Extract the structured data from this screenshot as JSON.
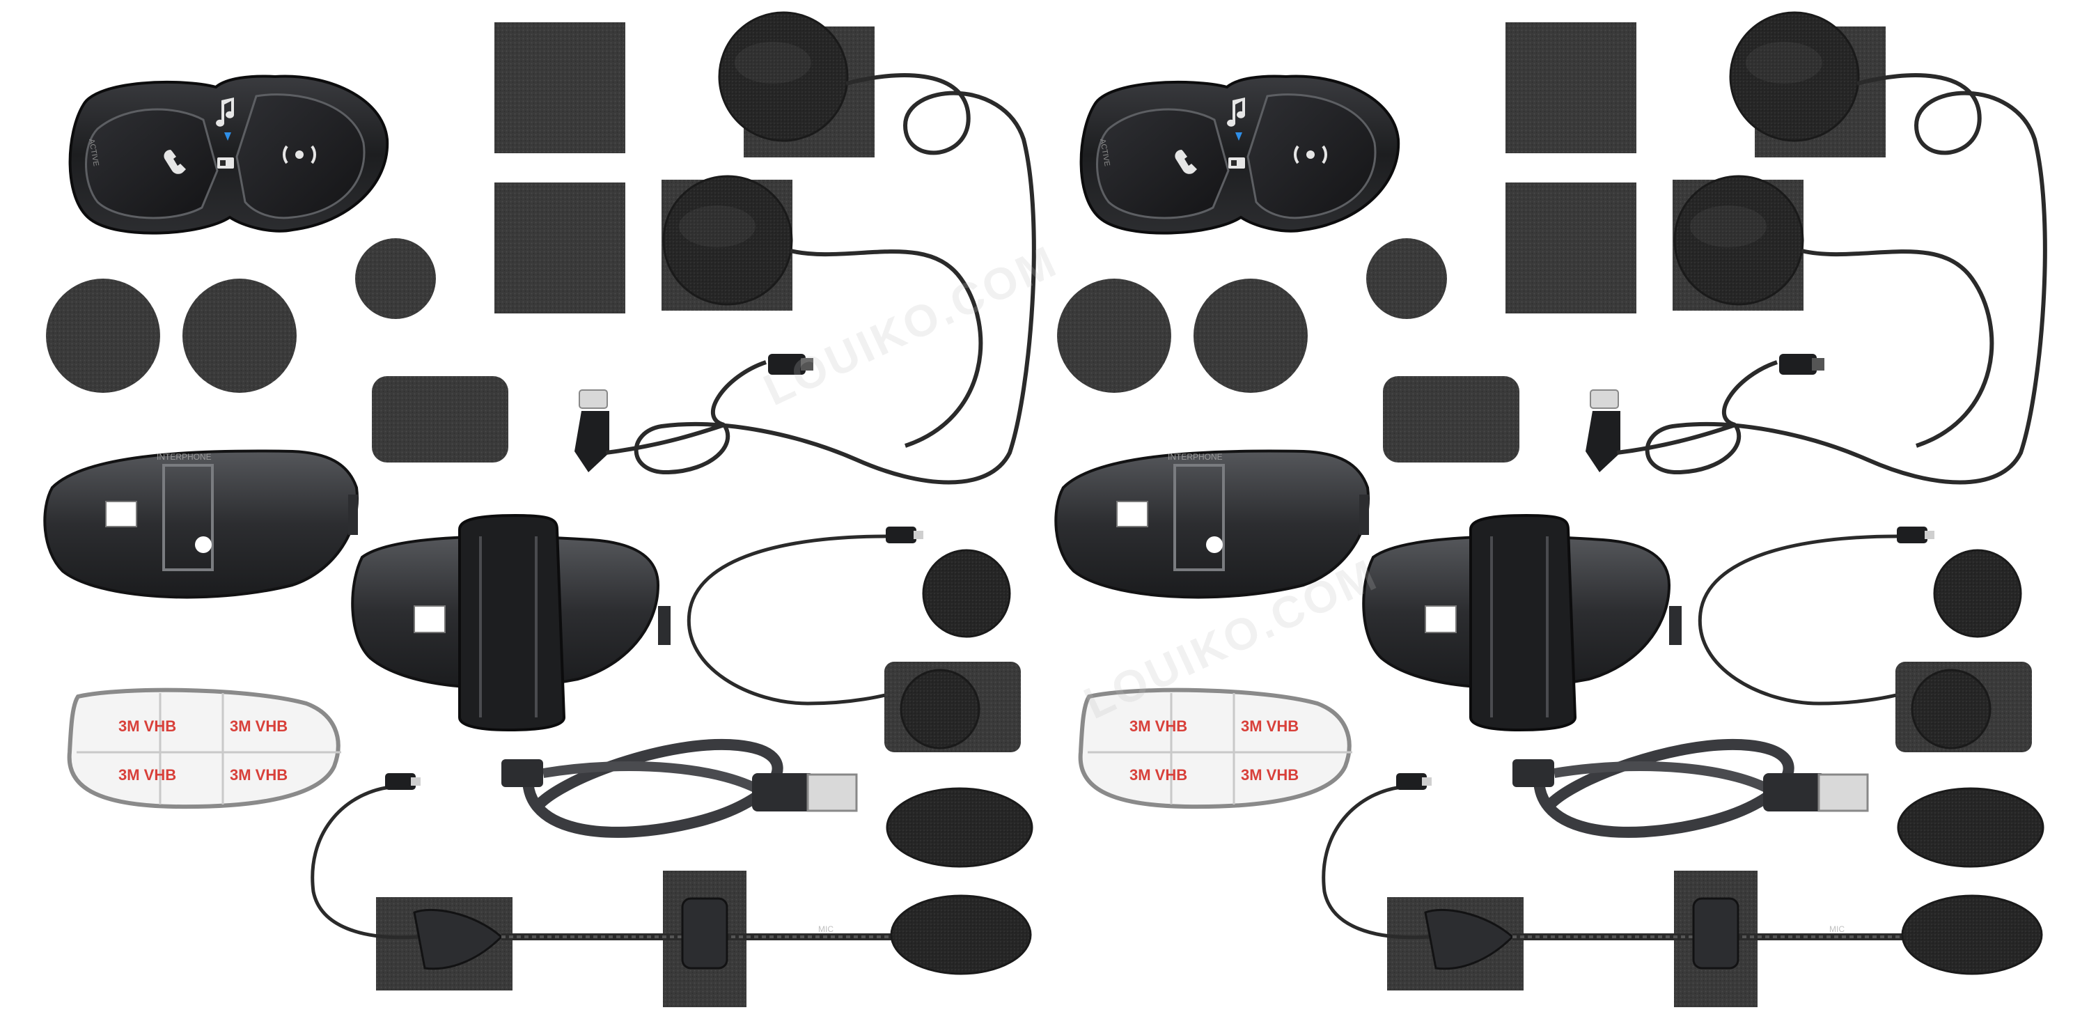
{
  "product_kit": {
    "kits": [
      {
        "id": "left",
        "control_unit_brand": "ACTIVE",
        "mount_brand_mark": "INTERPHONE",
        "adhesive_print": "3M VHB",
        "cable_marking": "MIC"
      },
      {
        "id": "right",
        "control_unit_brand": "ACTIVE",
        "mount_brand_mark": "INTERPHONE",
        "adhesive_print": "3M VHB",
        "cable_marking": "MIC"
      }
    ],
    "watermark": "LOUIKO.COM"
  },
  "colors": {
    "background": "#ffffff",
    "device_black": "#1d1e20",
    "plastic_dark": "#2c2d30",
    "felt": "#3a3a3a",
    "foam": "#262626",
    "adhesive_red": "#d8403a",
    "indicator_blue": "#2f8fe8"
  }
}
